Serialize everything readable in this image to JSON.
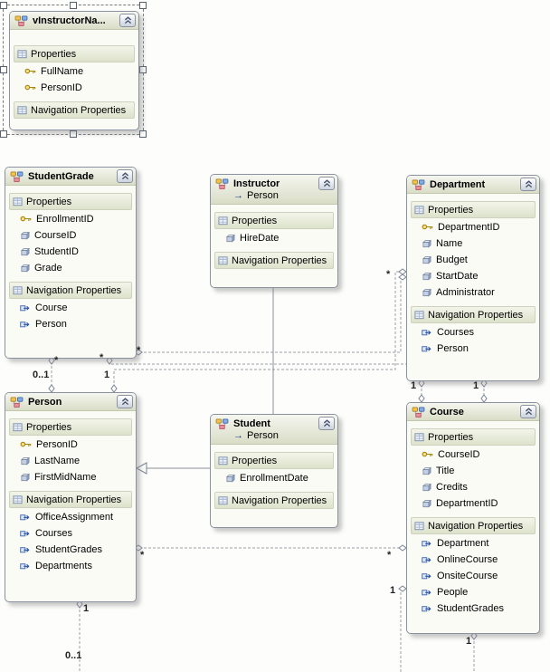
{
  "section_labels": {
    "properties": "Properties",
    "navigation": "Navigation Properties"
  },
  "glyphs": {
    "inheritance_arrow": "→"
  },
  "entities": [
    {
      "title": "vInstructorNa...",
      "selected": true,
      "properties": [
        {
          "name": "FullName",
          "icon": "key-icon"
        },
        {
          "name": "PersonID",
          "icon": "key-icon"
        }
      ],
      "navigation_properties": []
    },
    {
      "title": "StudentGrade",
      "properties": [
        {
          "name": "EnrollmentID",
          "icon": "key-icon"
        },
        {
          "name": "CourseID",
          "icon": "property-icon"
        },
        {
          "name": "StudentID",
          "icon": "property-icon"
        },
        {
          "name": "Grade",
          "icon": "property-icon"
        }
      ],
      "navigation_properties": [
        {
          "name": "Course",
          "icon": "navigation-property-icon"
        },
        {
          "name": "Person",
          "icon": "navigation-property-icon"
        }
      ]
    },
    {
      "title": "Instructor",
      "base_type": "Person",
      "properties": [
        {
          "name": "HireDate",
          "icon": "property-icon"
        }
      ],
      "navigation_properties": []
    },
    {
      "title": "Department",
      "properties": [
        {
          "name": "DepartmentID",
          "icon": "key-icon"
        },
        {
          "name": "Name",
          "icon": "property-icon"
        },
        {
          "name": "Budget",
          "icon": "property-icon"
        },
        {
          "name": "StartDate",
          "icon": "property-icon"
        },
        {
          "name": "Administrator",
          "icon": "property-icon"
        }
      ],
      "navigation_properties": [
        {
          "name": "Courses",
          "icon": "navigation-property-icon"
        },
        {
          "name": "Person",
          "icon": "navigation-property-icon"
        }
      ]
    },
    {
      "title": "Person",
      "properties": [
        {
          "name": "PersonID",
          "icon": "key-icon"
        },
        {
          "name": "LastName",
          "icon": "property-icon"
        },
        {
          "name": "FirstMidName",
          "icon": "property-icon"
        }
      ],
      "navigation_properties": [
        {
          "name": "OfficeAssignment",
          "icon": "navigation-property-icon"
        },
        {
          "name": "Courses",
          "icon": "navigation-property-icon"
        },
        {
          "name": "StudentGrades",
          "icon": "navigation-property-icon"
        },
        {
          "name": "Departments",
          "icon": "navigation-property-icon"
        }
      ]
    },
    {
      "title": "Student",
      "base_type": "Person",
      "properties": [
        {
          "name": "EnrollmentDate",
          "icon": "property-icon"
        }
      ],
      "navigation_properties": []
    },
    {
      "title": "Course",
      "properties": [
        {
          "name": "CourseID",
          "icon": "key-icon"
        },
        {
          "name": "Title",
          "icon": "property-icon"
        },
        {
          "name": "Credits",
          "icon": "property-icon"
        },
        {
          "name": "DepartmentID",
          "icon": "property-icon"
        }
      ],
      "navigation_properties": [
        {
          "name": "Department",
          "icon": "navigation-property-icon"
        },
        {
          "name": "OnlineCourse",
          "icon": "navigation-property-icon"
        },
        {
          "name": "OnsiteCourse",
          "icon": "navigation-property-icon"
        },
        {
          "name": "People",
          "icon": "navigation-property-icon"
        },
        {
          "name": "StudentGrades",
          "icon": "navigation-property-icon"
        }
      ]
    }
  ],
  "multiplicity_labels": [
    {
      "text": "0..1"
    },
    {
      "text": "*"
    },
    {
      "text": "1"
    },
    {
      "text": "*"
    },
    {
      "text": "*"
    },
    {
      "text": "*"
    },
    {
      "text": "1"
    },
    {
      "text": "1"
    },
    {
      "text": "*"
    },
    {
      "text": "*"
    },
    {
      "text": "1"
    },
    {
      "text": "1"
    },
    {
      "text": "0..1"
    },
    {
      "text": "1"
    }
  ],
  "colors": {
    "canvas_background": "#fdfdfb",
    "entity_border": "#8a92a0",
    "header_gradient_top": "#f5f6ef",
    "header_gradient_bottom": "#d9ddc6",
    "section_gradient_top": "#f3f5ea",
    "section_gradient_bottom": "#dde2cb",
    "connector": "#9aa0a8",
    "key_icon": "#a8860a",
    "navigation_icon": "#2a52a0"
  }
}
